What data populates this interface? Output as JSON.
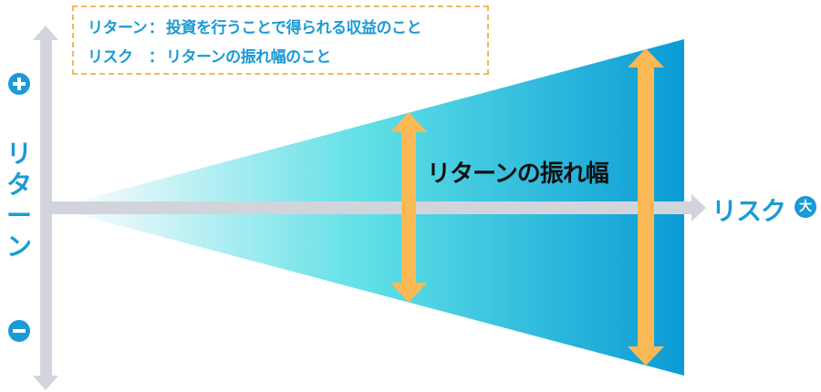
{
  "legend": {
    "rows": [
      {
        "term": "リターン",
        "separator": "：",
        "definition": "投資を行うことで得られる収益のこと"
      },
      {
        "term": "リスク",
        "separator": "：",
        "definition": "リターンの振れ幅のこと"
      }
    ],
    "border_color": "#f5b65a",
    "text_color": "#1a9ad6"
  },
  "axes": {
    "y_label_chars": [
      "リ",
      "タ",
      "ー",
      "ン"
    ],
    "y_positive_icon": "plus-circle-icon",
    "y_negative_icon": "minus-circle-icon",
    "x_label": "リスク",
    "x_badge": "大",
    "axis_color": "#d1d5db"
  },
  "cone": {
    "label": "リターンの振れ幅",
    "gradient_start": "#e8fafc",
    "gradient_mid": "#5fe0e6",
    "gradient_end": "#0a9bd5",
    "arrow_color": "#fbb955"
  }
}
